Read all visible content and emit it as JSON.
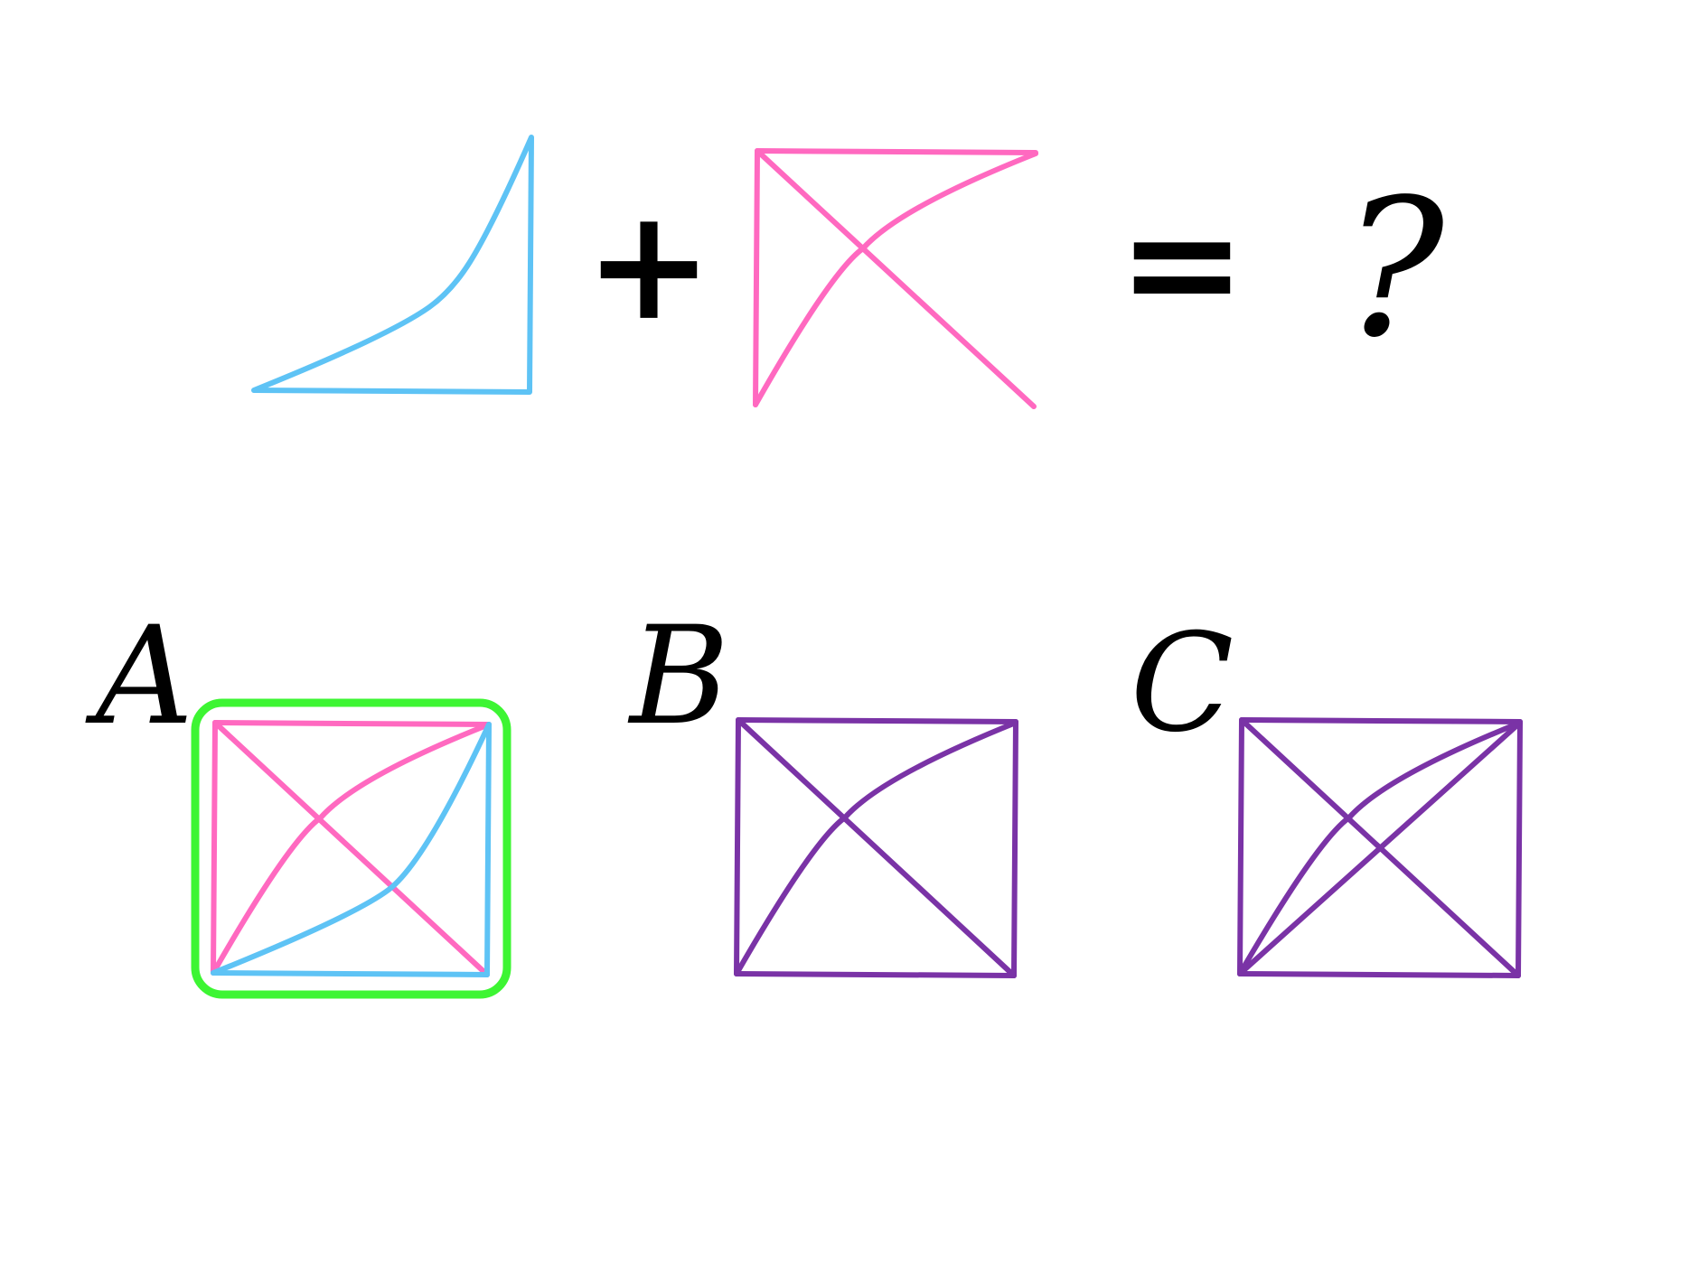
{
  "equation": {
    "plus": "+",
    "equals": "=",
    "question": "?"
  },
  "options": [
    {
      "label": "A",
      "selected": true
    },
    {
      "label": "B",
      "selected": false
    },
    {
      "label": "C",
      "selected": false
    }
  ],
  "colors": {
    "blue_shape": "#5EC3F5",
    "pink_shape": "#FF69C0",
    "purple_option": "#7A33A6",
    "selection_highlight": "#3DF533",
    "text": "#000000"
  }
}
